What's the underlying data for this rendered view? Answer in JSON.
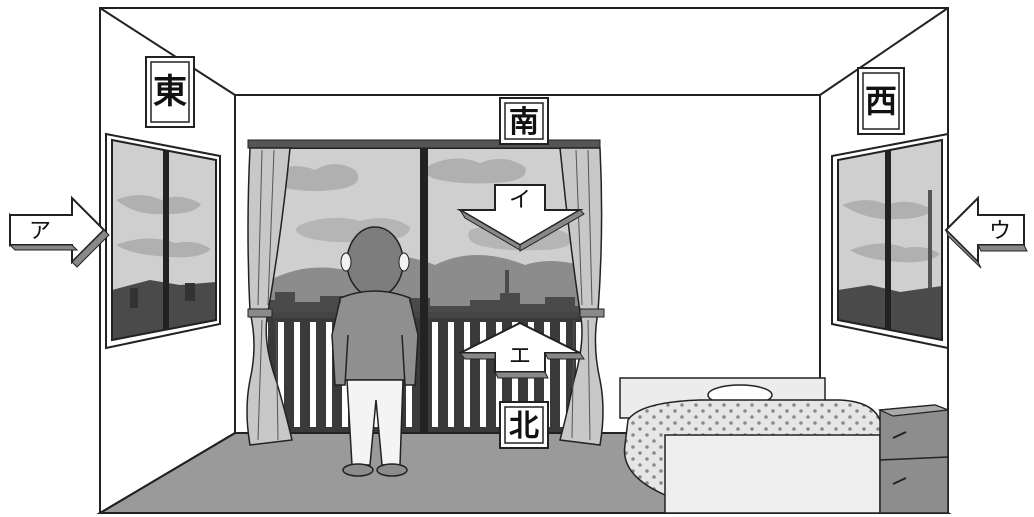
{
  "walls": {
    "east_sign": "東",
    "south_sign": "南",
    "west_sign": "西",
    "north_sign": "北"
  },
  "arrows": {
    "a": "ア",
    "i": "イ",
    "u": "ウ",
    "e": "エ"
  },
  "colors": {
    "floor": "#9a9a9a",
    "sky": "#cfcfcf",
    "clouds": "#b0b0b0",
    "mountains": "#8c8c8c",
    "city": "#4a4a4a",
    "curtain": "#c8c8c8",
    "shirt": "#8f8f8f",
    "pants": "#f4f4f4",
    "hair": "#7d7d7d",
    "dresser": "#8d8d8d",
    "bedspread": "#e6e6e6",
    "outline": "#222222"
  }
}
